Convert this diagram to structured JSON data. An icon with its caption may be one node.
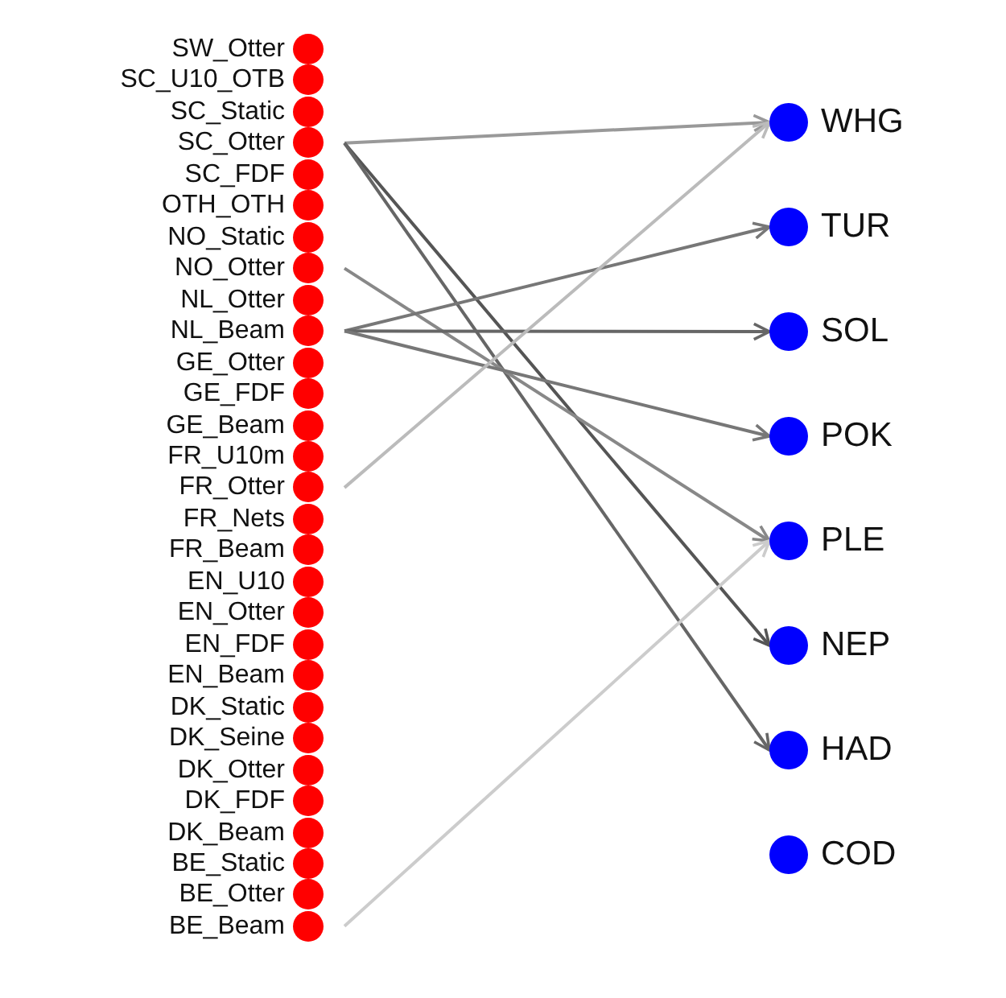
{
  "diagram": {
    "nodes": [
      {
        "text": [
          "SW_Otter"
        ]
      },
      {
        "text": [
          "SC_U10_OTB"
        ]
      },
      {
        "text": [
          "SC_Static"
        ]
      },
      {
        "text": [
          "SC_Otter"
        ]
      },
      {
        "text": [
          "SC_FDF"
        ]
      },
      {
        "text": [
          "OTH_OTH"
        ]
      },
      {
        "text": [
          "NO_Static"
        ]
      },
      {
        "text": [
          "NO_Otter"
        ]
      },
      {
        "text": [
          "NL_Otter"
        ]
      },
      {
        "text": [
          "NL_Beam"
        ]
      },
      {
        "text": [
          "GE_Otter"
        ]
      },
      {
        "text": [
          "GE_FDF"
        ]
      },
      {
        "text": [
          "GE_Beam"
        ]
      },
      {
        "text": [
          "FR_U10m"
        ]
      },
      {
        "text": [
          "FR_Otter"
        ]
      },
      {
        "text": [
          "FR_Nets"
        ]
      },
      {
        "text": [
          "FR_Beam"
        ]
      },
      {
        "text": [
          "EN_U10"
        ]
      },
      {
        "text": [
          "EN_Otter"
        ]
      },
      {
        "text": [
          "EN_FDF"
        ]
      },
      {
        "text": [
          "EN_Beam"
        ]
      },
      {
        "text": [
          "DK_Static"
        ]
      },
      {
        "text": [
          "DK_Seine"
        ]
      },
      {
        "text": [
          "DK_Otter"
        ]
      },
      {
        "text": [
          "DK_FDF"
        ]
      },
      {
        "text": [
          "DK_Beam"
        ]
      },
      {
        "text": [
          "BE_Static"
        ]
      },
      {
        "text": [
          "BE_Otter"
        ]
      },
      {
        "text": [
          "BE_Beam"
        ]
      },
      {
        "text": [
          "WHG"
        ]
      },
      {
        "text": [
          "TUR"
        ]
      },
      {
        "text": [
          "SOL"
        ]
      },
      {
        "text": [
          "POK"
        ]
      },
      {
        "text": [
          "PLE"
        ]
      },
      {
        "text": [
          "NEP"
        ]
      },
      {
        "text": [
          "HAD"
        ]
      },
      {
        "text": [
          "COD"
        ]
      }
    ],
    "edges": [
      {
        "from": 3,
        "to": 29,
        "arrow": "to",
        "color": "#999999"
      },
      {
        "from": 3,
        "to": 34,
        "arrow": "to",
        "color": "#555555"
      },
      {
        "from": 3,
        "to": 35,
        "arrow": "to",
        "color": "#666666"
      },
      {
        "from": 7,
        "to": 33,
        "arrow": "to",
        "color": "#888888"
      },
      {
        "from": 9,
        "to": 30,
        "arrow": "to",
        "color": "#777777"
      },
      {
        "from": 9,
        "to": 31,
        "arrow": "to",
        "color": "#666666"
      },
      {
        "from": 9,
        "to": 32,
        "arrow": "to",
        "color": "#777777"
      },
      {
        "from": 14,
        "to": 29,
        "arrow": "to",
        "color": "#bbbbbb"
      },
      {
        "from": 28,
        "to": 33,
        "arrow": "to",
        "color": "#cccccc"
      }
    ]
  }
}
